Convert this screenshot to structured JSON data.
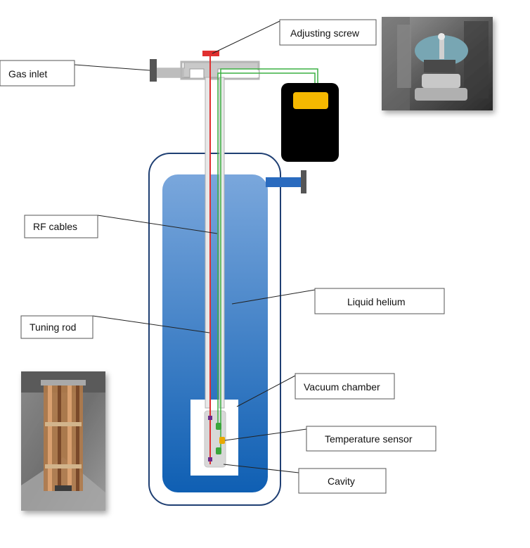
{
  "labels": {
    "adjusting_screw": "Adjusting screw",
    "gas_inlet": "Gas inlet",
    "rf_cables": "RF cables",
    "liquid_helium": "Liquid helium",
    "tuning_rod": "Tuning rod",
    "vacuum_chamber": "Vacuum chamber",
    "temperature_sensor": "Temperature sensor",
    "cavity": "Cavity"
  },
  "colors": {
    "helium_top": "#7aa7dc",
    "helium_bottom": "#0f5fb3",
    "dewar_outline": "#1f3f73",
    "tuning_rod": "#e03030",
    "rf_cable": "#3cb043",
    "pipe": "#bdbdbd",
    "readout_box": "#000000",
    "readout_display": "#f5b800",
    "sensor": "#e8a800",
    "connector": "#3aa63a",
    "marker": "#6a2a8a"
  },
  "photos": {
    "top_right": "photo of top flange with tuning disc",
    "bottom_left": "photo of cavity insert assembly"
  }
}
